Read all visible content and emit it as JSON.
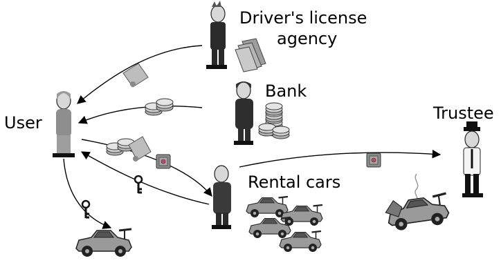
{
  "labels": {
    "user": "User",
    "drivers_license_agency_line1": "Driver's license",
    "drivers_license_agency_line2": "agency",
    "bank": "Bank",
    "trustee": "Trustee",
    "rental_cars": "Rental cars"
  },
  "colors": {
    "ink": "#000000",
    "skin": "#d8d8d8",
    "dark": "#2a2a2a",
    "paper": "#bdbdbd",
    "coin": "#c8c8c8",
    "safe": "#8c8c8c"
  },
  "icons": [
    "person-icon",
    "paper-stack-icon",
    "coin-stack-icon",
    "car-icon",
    "key-icon",
    "certificate-icon",
    "coins-icon",
    "safe-icon",
    "smoke-icon"
  ]
}
